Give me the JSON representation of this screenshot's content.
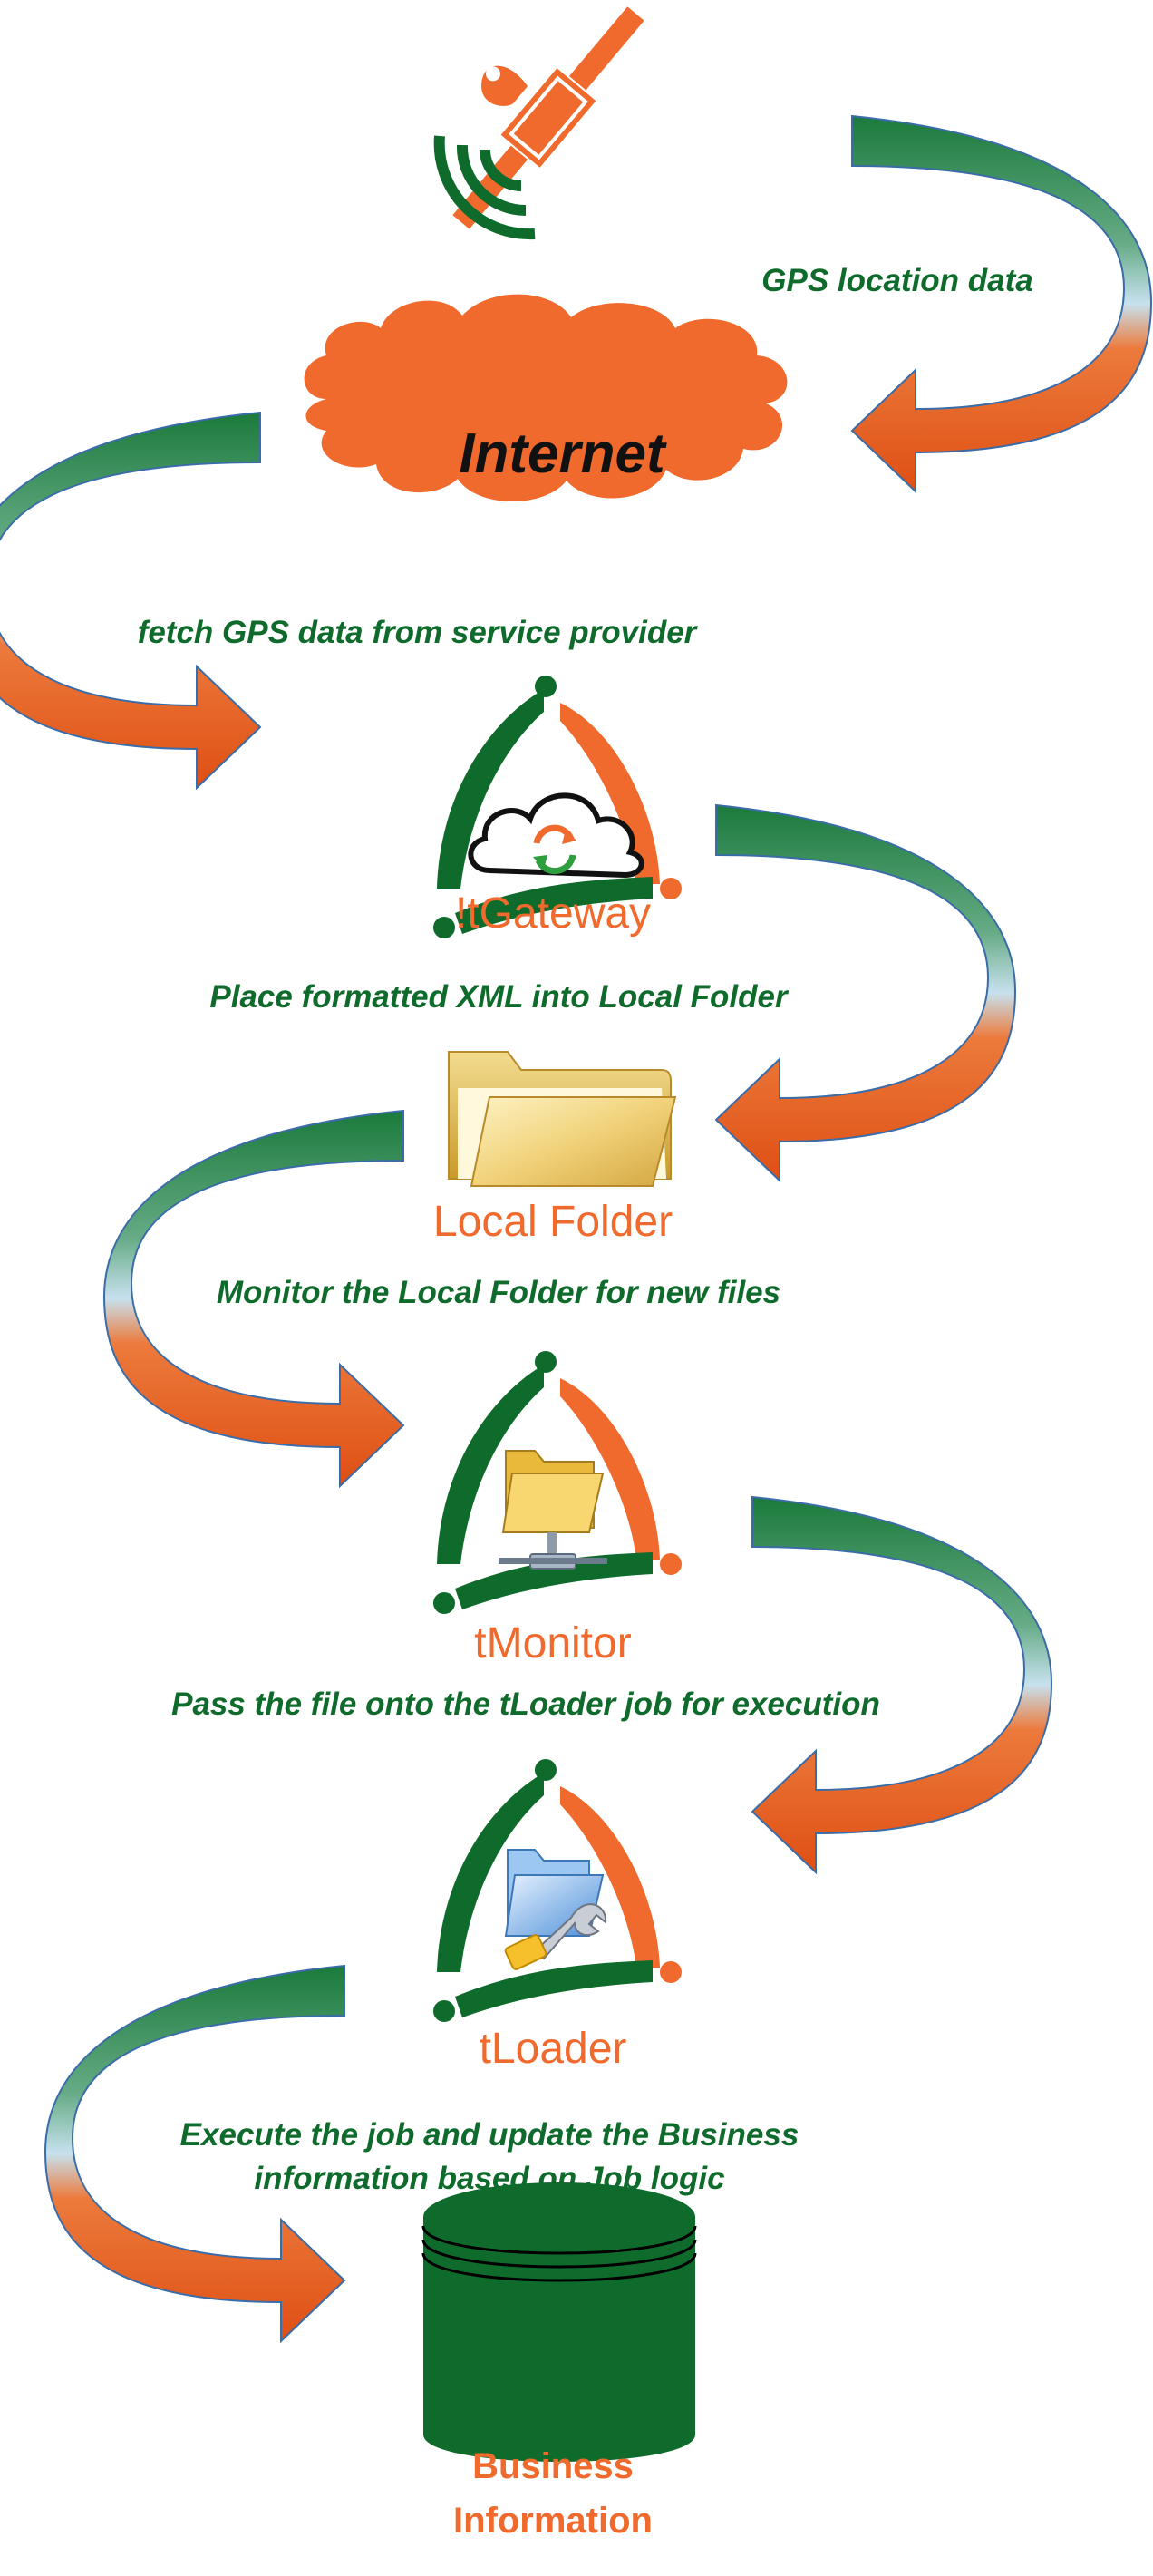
{
  "nodes": {
    "internet": "Internet",
    "gateway": "!tGateway",
    "local_folder": "Local Folder",
    "monitor": "tMonitor",
    "loader": "tLoader",
    "business_line1": "Business",
    "business_line2": "Information"
  },
  "steps": {
    "s1": "GPS location data",
    "s2": "fetch GPS data from service provider",
    "s3": "Place formatted XML into Local Folder",
    "s4": "Monitor the Local Folder for new files",
    "s5": "Pass the file onto the tLoader job for execution",
    "s6_line1": "Execute the job and update the Business",
    "s6_line2": "information based on Job logic"
  },
  "icons": {
    "satellite": "satellite-icon",
    "internet": "cloud-icon",
    "gateway": "cloud-sync-icon",
    "local_folder": "folder-icon",
    "monitor": "network-folder-icon",
    "loader": "folder-wrench-icon",
    "business": "database-icon"
  },
  "colors": {
    "green": "#0f6b2c",
    "orange": "#ef6a2c",
    "light_blue": "#bcd9ea",
    "arrow_orange": "#e65b1f"
  }
}
